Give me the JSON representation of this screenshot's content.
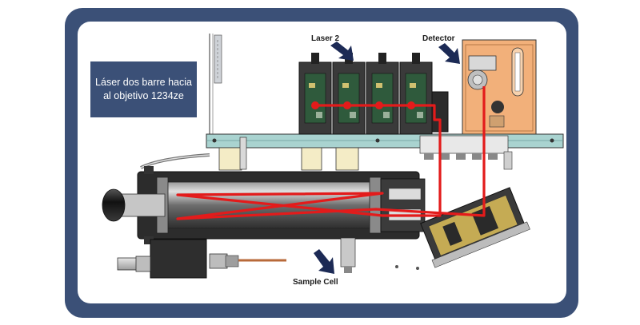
{
  "callout": {
    "text": "Láser dos barre hacia al objetivo 1234ze"
  },
  "labels": {
    "laser": "Laser 2",
    "detector": "Detector",
    "sample_cell": "Sample Cell"
  },
  "colors": {
    "frame": "#3b5077",
    "callout_bg": "#3b5077",
    "beam": "#e31b1b",
    "detector_block": "#f2b07a",
    "arrow": "#1c2a55",
    "laser_board": "#2f3a34"
  }
}
